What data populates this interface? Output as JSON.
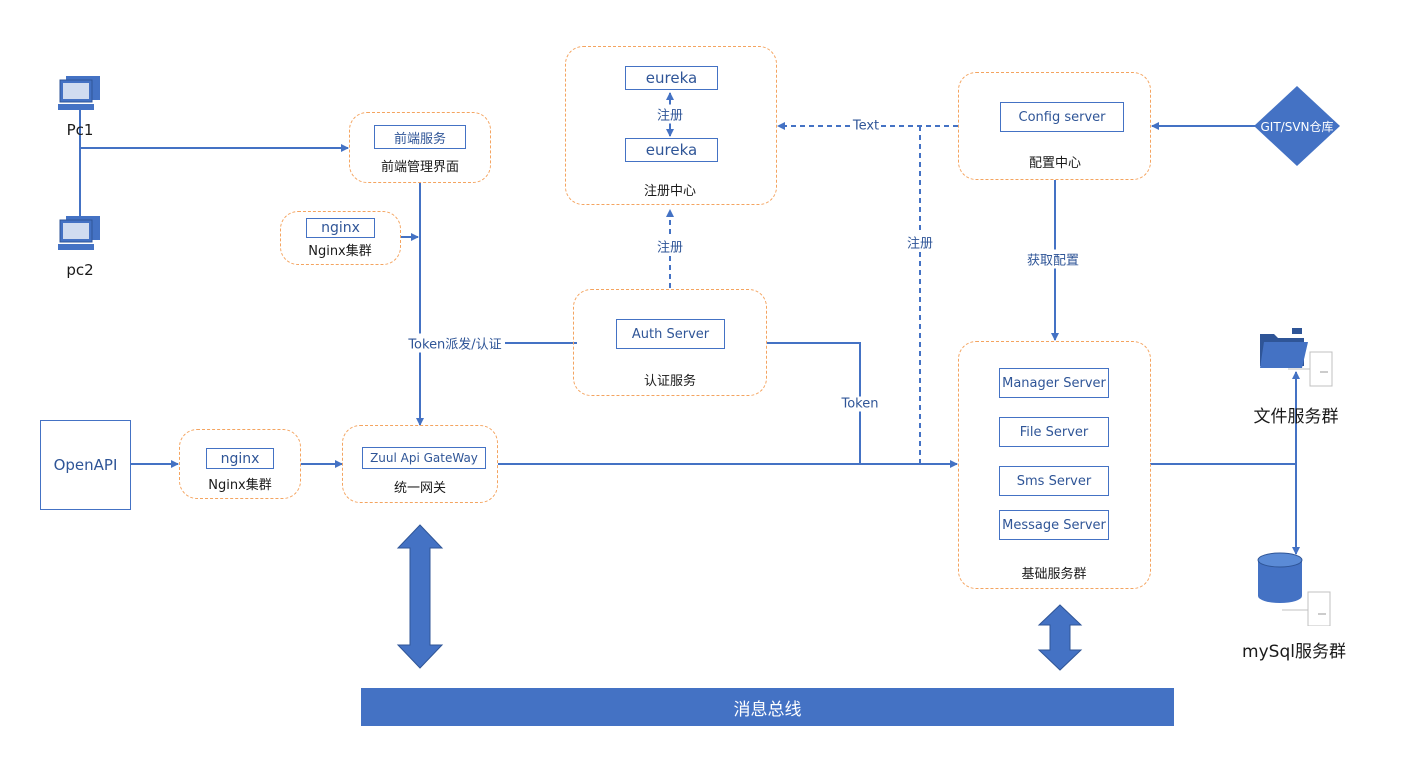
{
  "nodes": {
    "pc1": "Pc1",
    "pc2": "pc2",
    "frontend_service": "前端服务",
    "frontend_ui": "前端管理界面",
    "nginx_top_box": "nginx",
    "nginx_top_label": "Nginx集群",
    "eureka_top": "eureka",
    "eureka_bottom": "eureka",
    "eureka_register": "注册",
    "registry_center": "注册中心",
    "config_server": "Config server",
    "config_center": "配置中心",
    "git_repo": "GIT/SVN仓库",
    "auth_server": "Auth Server",
    "auth_service": "认证服务",
    "openapi": "OpenAPI",
    "nginx_bottom_box": "nginx",
    "nginx_bottom_label": "Nginx集群",
    "gateway_box": "Zuul Api GateWay",
    "gateway_label": "统一网关",
    "manager_server": "Manager Server",
    "file_server": "File Server",
    "sms_server": "Sms Server",
    "message_server": "Message Server",
    "base_services": "基础服务群",
    "file_service_group": "文件服务群",
    "mysql_group": "mySql服务群",
    "message_bus": "消息总线"
  },
  "edges": {
    "text": "Text",
    "register_auth": "注册",
    "register_config": "注册",
    "get_config": "获取配置",
    "token_issue": "Token派发/认证",
    "token": "Token"
  },
  "colors": {
    "line": "#4472c4",
    "dashed_border": "#f4a460",
    "bus": "#4472c4"
  }
}
